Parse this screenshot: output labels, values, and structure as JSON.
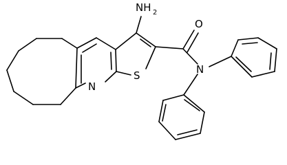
{
  "molecule": {
    "atom_labels": {
      "amine": "NH",
      "amine_subscript": "2",
      "carbonyl_oxygen": "O",
      "amide_nitrogen": "N",
      "ring_sulfur": "S",
      "pyridine_nitrogen": "N"
    },
    "line_color": "#000000",
    "background": "#ffffff"
  }
}
